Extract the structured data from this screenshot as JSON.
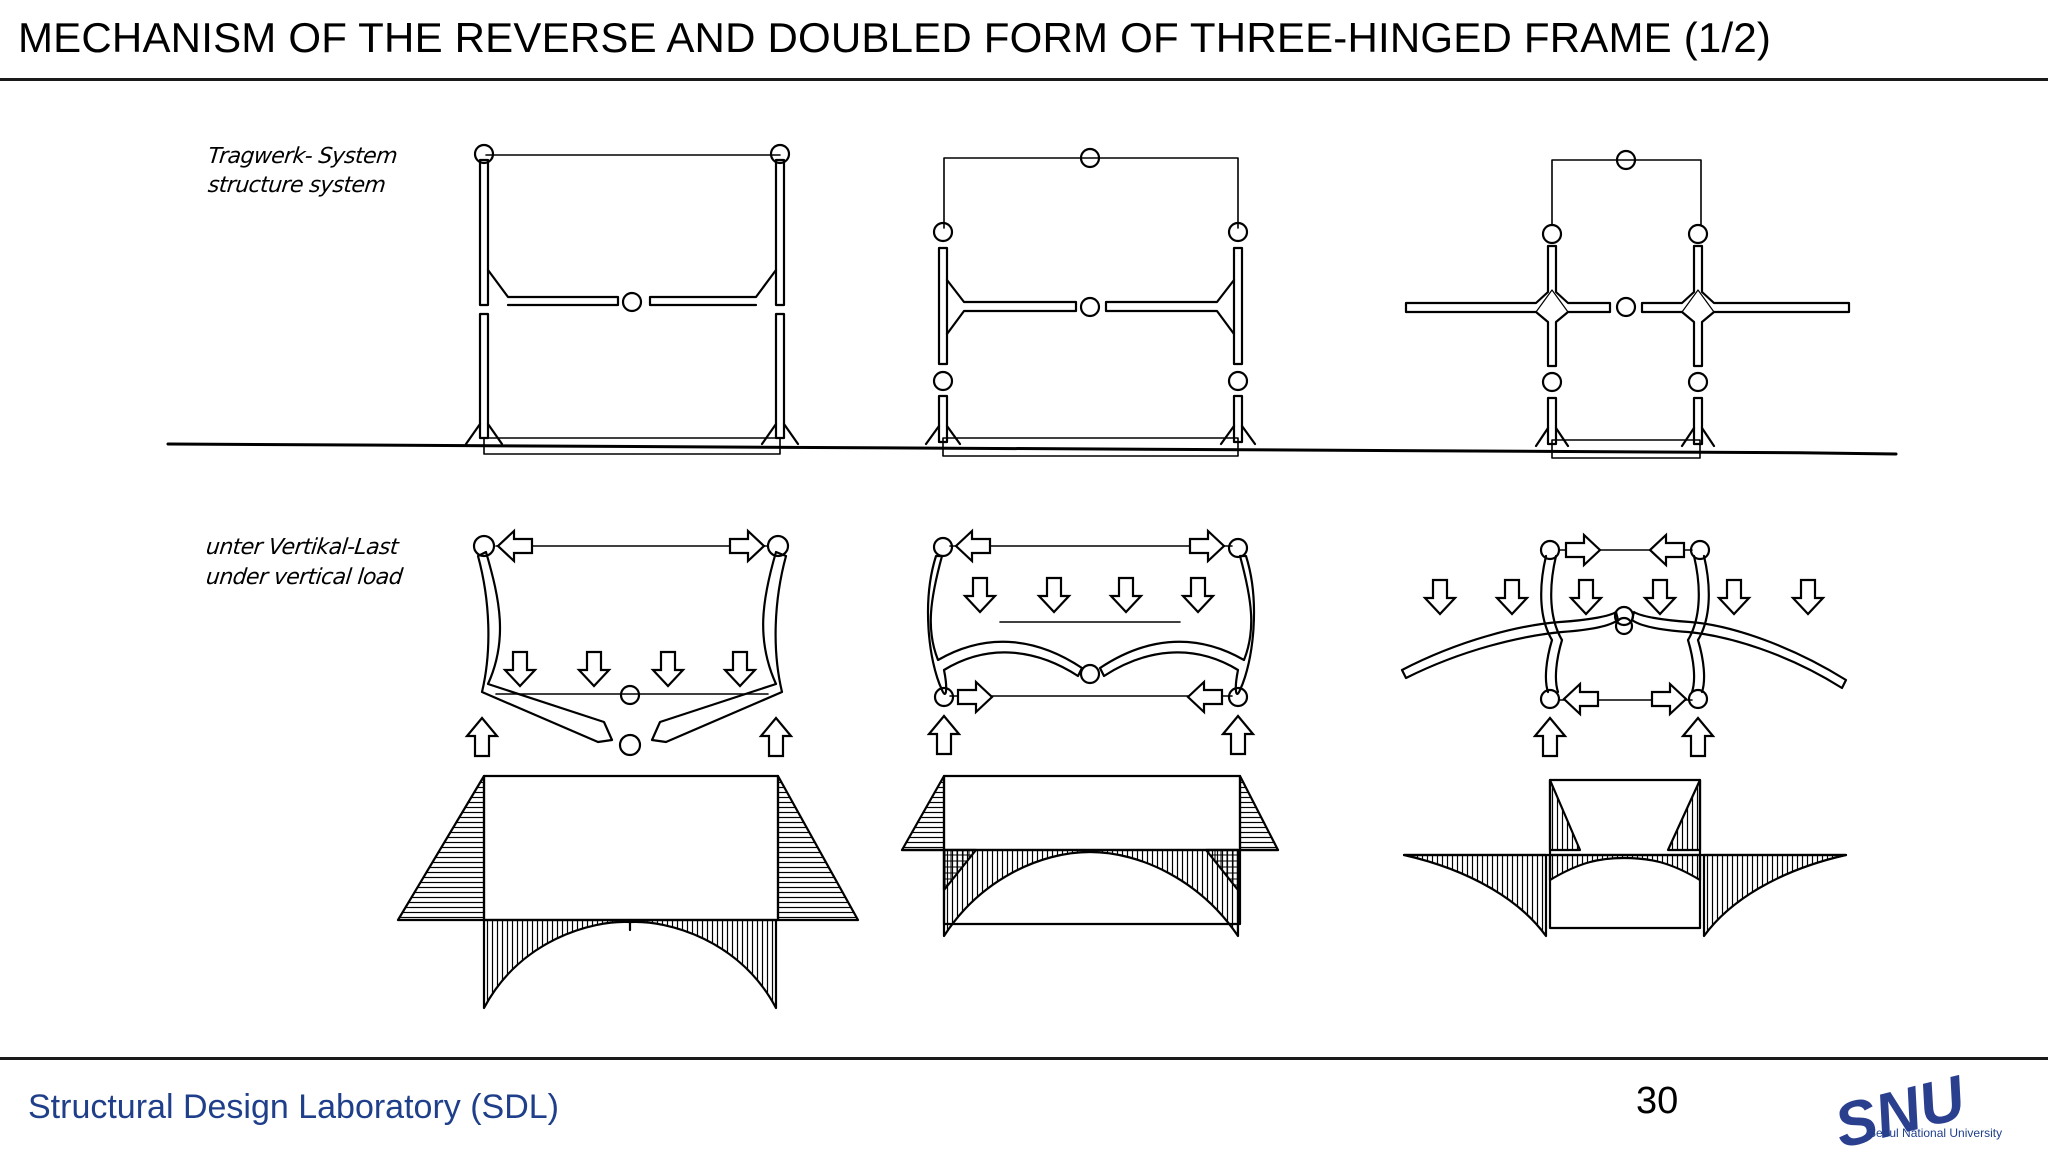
{
  "slide": {
    "title": "MECHANISM OF THE REVERSE AND DOUBLED FORM OF THREE-HINGED FRAME (1/2)",
    "page_number": "30",
    "footer_lab": "Structural Design Laboratory (SDL)",
    "logo_text": "SNU",
    "logo_subtitle": "Seoul National University"
  },
  "labels": {
    "row1_german": "Tragwerk- System",
    "row1_english": "structure system",
    "row2_german": "unter Vertikal-Last",
    "row2_english": "under vertical load"
  },
  "colors": {
    "ink": "#000000",
    "footer_blue": "#1f3f8a",
    "logo_blue": "#2b3f8f"
  },
  "icons": [
    "hinge-circle",
    "arrow-right",
    "arrow-left",
    "arrow-down",
    "arrow-up",
    "moment-diagram-hatch"
  ]
}
